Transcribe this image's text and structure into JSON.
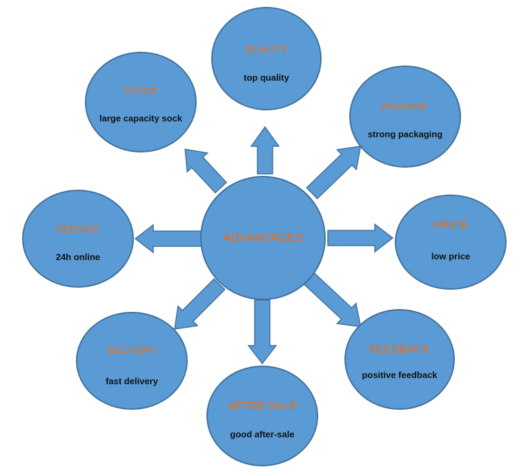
{
  "center": {
    "title": "ADVANTAGES"
  },
  "nodes": {
    "quality": {
      "title": "QUALITY",
      "subtitle": "top quality"
    },
    "stock": {
      "title": "STOCK",
      "subtitle": "large capacity sock"
    },
    "package": {
      "title": "PACKAGE",
      "subtitle": "strong packaging"
    },
    "service": {
      "title": "SERVICE",
      "subtitle": "24h online"
    },
    "price": {
      "title": "PRICE",
      "subtitle": "low price"
    },
    "delivery": {
      "title": "DELIVERY",
      "subtitle": "fast delivery"
    },
    "feedback": {
      "title": "FEEDBACK",
      "subtitle": "positive feedback"
    },
    "after_sale": {
      "title": "AFTER SALE",
      "subtitle": "good after-sale"
    }
  },
  "colors": {
    "fill": "#5b9bd5",
    "outline": "#41719c",
    "title": "#ff6600",
    "subtitle": "#111111"
  }
}
